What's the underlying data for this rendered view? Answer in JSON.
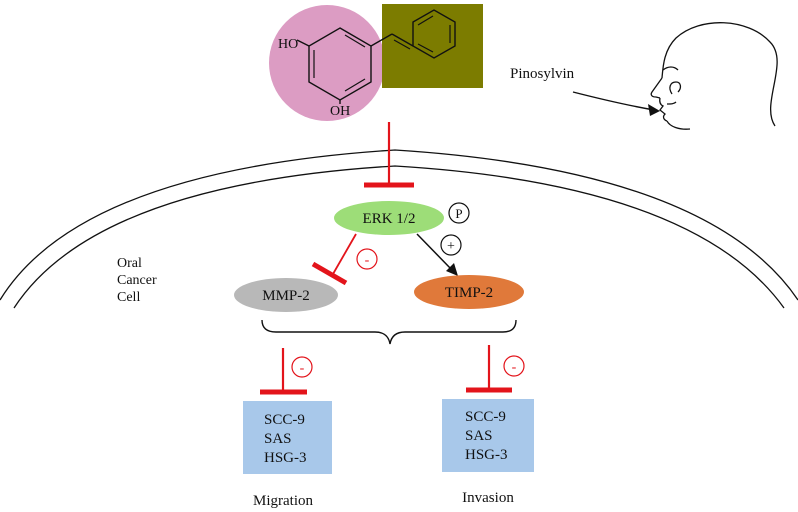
{
  "compound": {
    "name": "Pinosylvin",
    "hydroxyl_top": "HO",
    "hydroxyl_bottom": "OH"
  },
  "cell_label": [
    "Oral",
    "Cancer",
    "Cell"
  ],
  "nodes": {
    "erk": "ERK 1/2",
    "phospho": "P",
    "mmp": "MMP-2",
    "timp": "TIMP-2"
  },
  "signs": {
    "erk_to_mmp": "-",
    "erk_to_timp": "+",
    "to_migration": "-",
    "to_invasion": "-"
  },
  "migration_cells": [
    "SCC-9",
    "SAS",
    "HSG-3"
  ],
  "invasion_cells": [
    "SCC-9",
    "SAS",
    "HSG-3"
  ],
  "outcomes": {
    "migration": "Migration",
    "invasion": "Invasion"
  },
  "colors": {
    "phenol_ring_fill": "#dc9cc3",
    "styryl_fill": "#7c7c00",
    "erk_fill": "#9ddd78",
    "mmp_fill": "#b8b8b8",
    "timp_fill": "#e0793a",
    "box_fill": "#a8c8ea",
    "inhibit_red": "#e3141b"
  }
}
